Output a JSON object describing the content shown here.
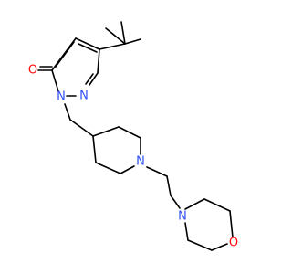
{
  "molecule": {
    "atoms": [
      {
        "id": "o-carbonyl",
        "label": "O",
        "color": "#ff0d0d"
      },
      {
        "id": "n-ring-2",
        "label": "N",
        "color": "#3050f8"
      },
      {
        "id": "n-ring-1",
        "label": "N",
        "color": "#3050f8"
      },
      {
        "id": "n-piperidine",
        "label": "N",
        "color": "#3050f8"
      },
      {
        "id": "n-morpholine",
        "label": "N",
        "color": "#3050f8"
      },
      {
        "id": "o-morpholine",
        "label": "O",
        "color": "#ff0d0d"
      }
    ],
    "bond_color": "#000000"
  }
}
